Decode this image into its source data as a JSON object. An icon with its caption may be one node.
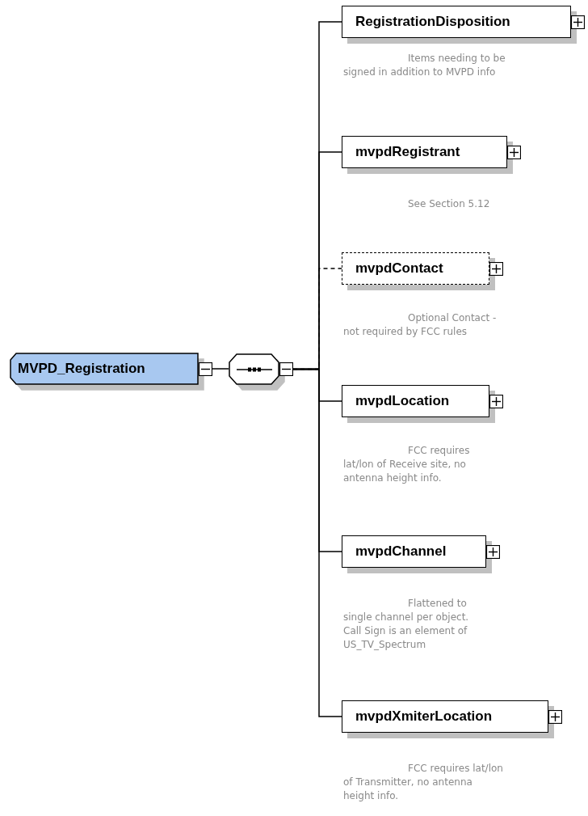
{
  "diagram": {
    "nodes": [
      {
        "text": [
          "MVPD_Registration"
        ]
      },
      {
        "text": [],
        "shape": "octagon"
      },
      {
        "text": [
          "RegistrationDisposition"
        ],
        "beside": [
          "Items needing to be signed in addition to MVPD info"
        ]
      },
      {
        "text": [
          "mvpdRegistrant"
        ],
        "beside": [
          "See Section 5.12"
        ]
      },
      {
        "text": [
          "mvpdContact"
        ],
        "beside": [
          "Optional Contact - not required by FCC rules"
        ]
      },
      {
        "text": [
          "mvpdLocation"
        ],
        "beside": [
          "FCC requires lat/lon of Receive site, no antenna height info."
        ]
      },
      {
        "text": [
          "mvpdChannel"
        ],
        "beside": [
          "Flattened to single channel per object. Call Sign is an element of US_TV_Spectrum"
        ]
      },
      {
        "text": [
          "mvpdXmiterLocation"
        ],
        "beside": [
          "FCC requires lat/lon of Transmitter, no antenna height info."
        ]
      }
    ],
    "edges": [
      {
        "from": 0,
        "to": 1,
        "arrow": "none"
      },
      {
        "from": 1,
        "to": 2,
        "arrow": "none"
      },
      {
        "from": 1,
        "to": 3,
        "arrow": "none"
      },
      {
        "from": 1,
        "to": 4,
        "arrow": "none",
        "style": "dashed"
      },
      {
        "from": 1,
        "to": 5,
        "arrow": "none"
      },
      {
        "from": 1,
        "to": 6,
        "arrow": "none"
      },
      {
        "from": 1,
        "to": 7,
        "arrow": "none"
      }
    ]
  }
}
